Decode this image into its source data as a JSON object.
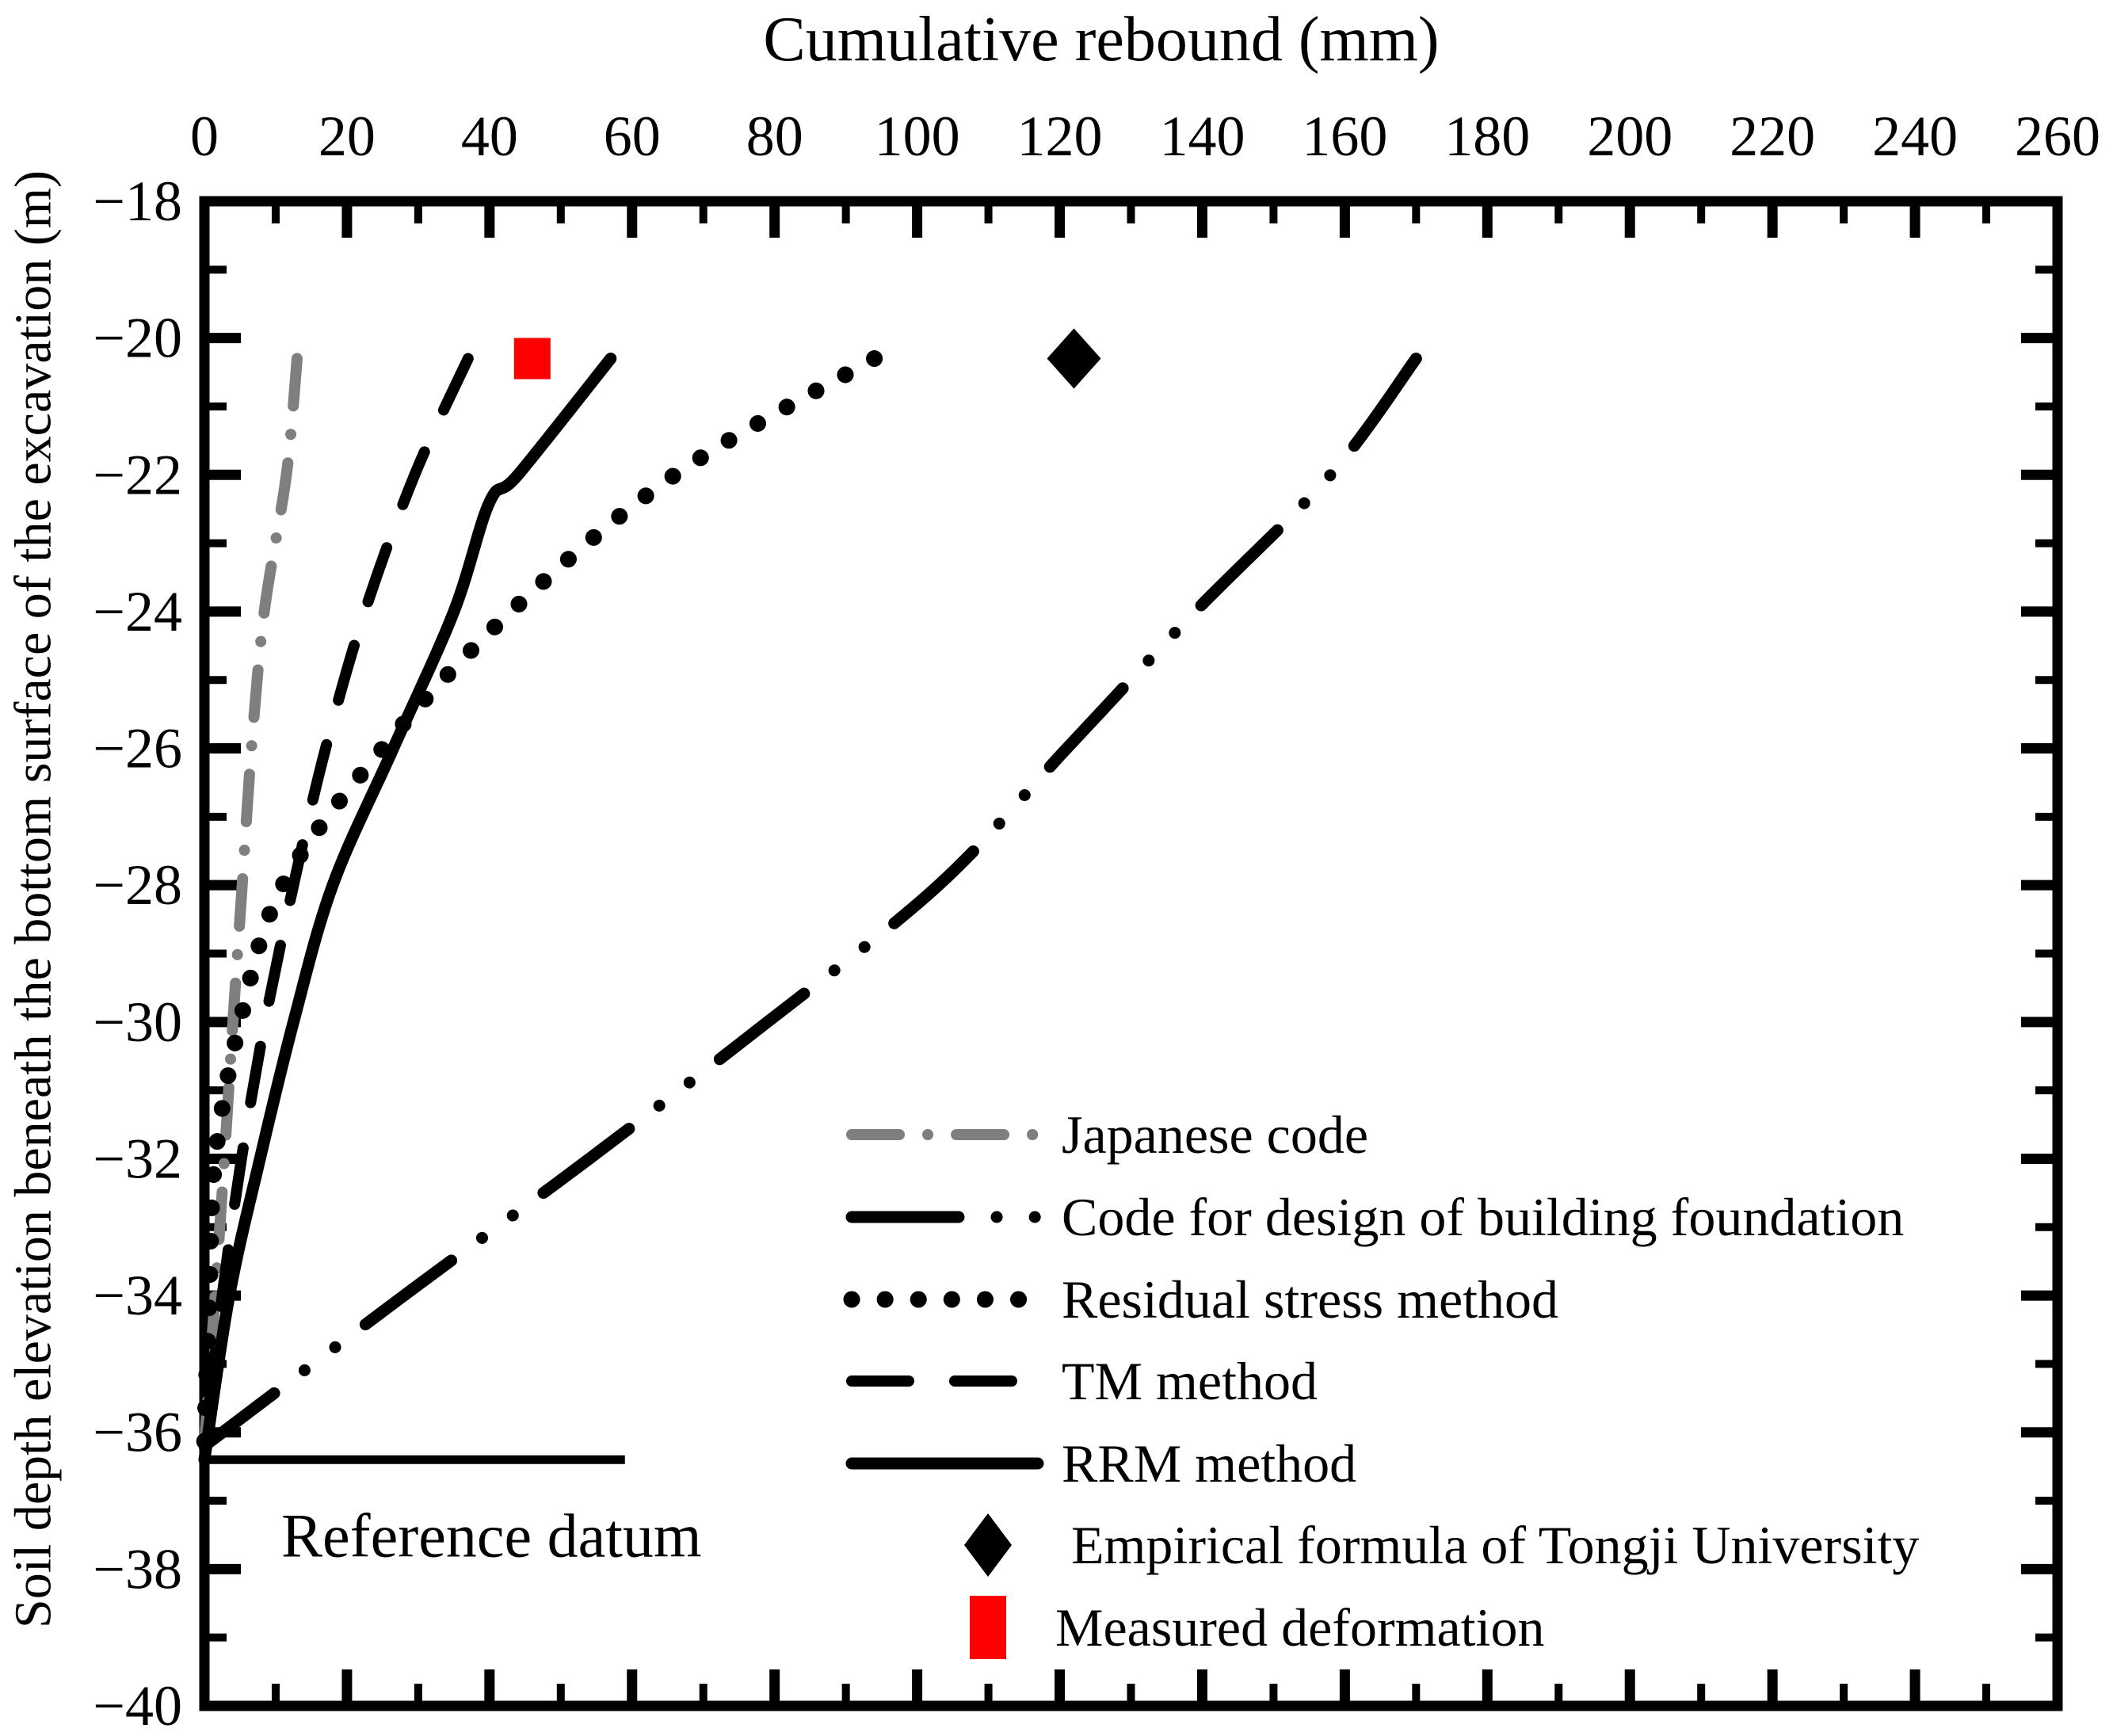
{
  "chart_data": {
    "type": "line",
    "title": "Cumulative rebound (mm)",
    "xlabel": "Cumulative rebound (mm)",
    "ylabel": "Soil depth elevation beneath the bottom surface of the excavation (m)",
    "xlim": [
      0,
      260
    ],
    "ylim": [
      -40,
      -18
    ],
    "x_major_step": 20,
    "x_minor_step": 10,
    "y_major_step": 2,
    "y_minor_step": 1,
    "grid": false,
    "legend_position": "inside-bottom-right",
    "x_tick_labels": [
      "0",
      "20",
      "40",
      "60",
      "80",
      "100",
      "120",
      "140",
      "160",
      "180",
      "200",
      "220",
      "240",
      "260"
    ],
    "y_tick_labels": [
      "-18",
      "-20",
      "-22",
      "-24",
      "-26",
      "-28",
      "-30",
      "-32",
      "-34",
      "-36",
      "-38",
      "-40"
    ],
    "series": [
      {
        "name": "Japanese code",
        "style": "dash-dot",
        "color": "#7f7f7f",
        "points_mm_depth": [
          [
            13,
            -20.3
          ],
          [
            11.5,
            -22
          ],
          [
            8.4,
            -24
          ],
          [
            6.6,
            -26
          ],
          [
            5.3,
            -28
          ],
          [
            4.0,
            -30
          ],
          [
            2.8,
            -32
          ],
          [
            1.5,
            -34
          ],
          [
            0,
            -36.2
          ]
        ]
      },
      {
        "name": "Code for design of building foundation",
        "style": "dash-dot-dot",
        "color": "#000000",
        "points_mm_depth": [
          [
            170,
            -20.3
          ],
          [
            158,
            -22
          ],
          [
            139,
            -24
          ],
          [
            121,
            -26
          ],
          [
            103,
            -28
          ],
          [
            79,
            -30
          ],
          [
            54,
            -32
          ],
          [
            28,
            -34
          ],
          [
            0,
            -36.2
          ]
        ]
      },
      {
        "name": "Residual stress method",
        "style": "dotted",
        "color": "#000000",
        "points_mm_depth": [
          [
            94,
            -20.3
          ],
          [
            66,
            -22
          ],
          [
            43,
            -24
          ],
          [
            25,
            -26
          ],
          [
            11,
            -28
          ],
          [
            5,
            -30
          ],
          [
            1.5,
            -32
          ],
          [
            0.7,
            -34
          ],
          [
            0,
            -36.2
          ]
        ]
      },
      {
        "name": "TM method",
        "style": "dashed",
        "color": "#000000",
        "points_mm_depth": [
          [
            37,
            -20.3
          ],
          [
            29.5,
            -22
          ],
          [
            22.5,
            -24
          ],
          [
            17,
            -26
          ],
          [
            12.5,
            -28
          ],
          [
            8.5,
            -30
          ],
          [
            5.2,
            -32
          ],
          [
            2.5,
            -34
          ],
          [
            0,
            -36.2
          ]
        ]
      },
      {
        "name": "RRM method",
        "style": "solid",
        "color": "#000000",
        "points_mm_depth": [
          [
            57,
            -20.3
          ],
          [
            44,
            -22
          ],
          [
            40,
            -22.4
          ],
          [
            35,
            -24
          ],
          [
            26.5,
            -26
          ],
          [
            18,
            -28
          ],
          [
            12.5,
            -30
          ],
          [
            7.8,
            -32
          ],
          [
            3.5,
            -34
          ],
          [
            0,
            -36.4
          ]
        ]
      }
    ],
    "markers": [
      {
        "name": "Empirical formula of Tongji University",
        "shape": "diamond",
        "color": "#000000",
        "point_mm_depth": [
          122,
          -20.3
        ]
      },
      {
        "name": "Measured deformation",
        "shape": "square",
        "color": "#ff0000",
        "point_mm_depth": [
          46,
          -20.3
        ]
      }
    ],
    "reference_line": {
      "label": "Reference datum",
      "depth_m": -36.4,
      "x_start_mm": 0,
      "x_end_mm": 59
    }
  },
  "colors": {
    "axis": "#000000",
    "gray_series": "#7f7f7f",
    "measured_red": "#ff0000",
    "background": "#ffffff"
  }
}
